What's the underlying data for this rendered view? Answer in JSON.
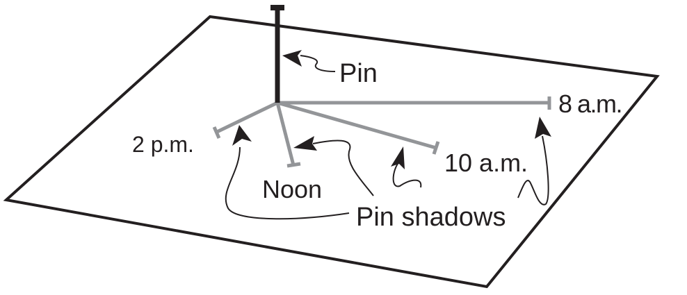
{
  "figure": {
    "description": "Pin on a flat surface casting shadows at different times of day",
    "colors": {
      "outline": "#231f20",
      "shadow": "#939598",
      "background": "#ffffff"
    },
    "labels": {
      "pin": "Pin",
      "t8am": "8 a.m.",
      "t10am": "10 a.m.",
      "noon": "Noon",
      "t2pm": "2 p.m.",
      "pin_shadows": "Pin shadows"
    }
  }
}
